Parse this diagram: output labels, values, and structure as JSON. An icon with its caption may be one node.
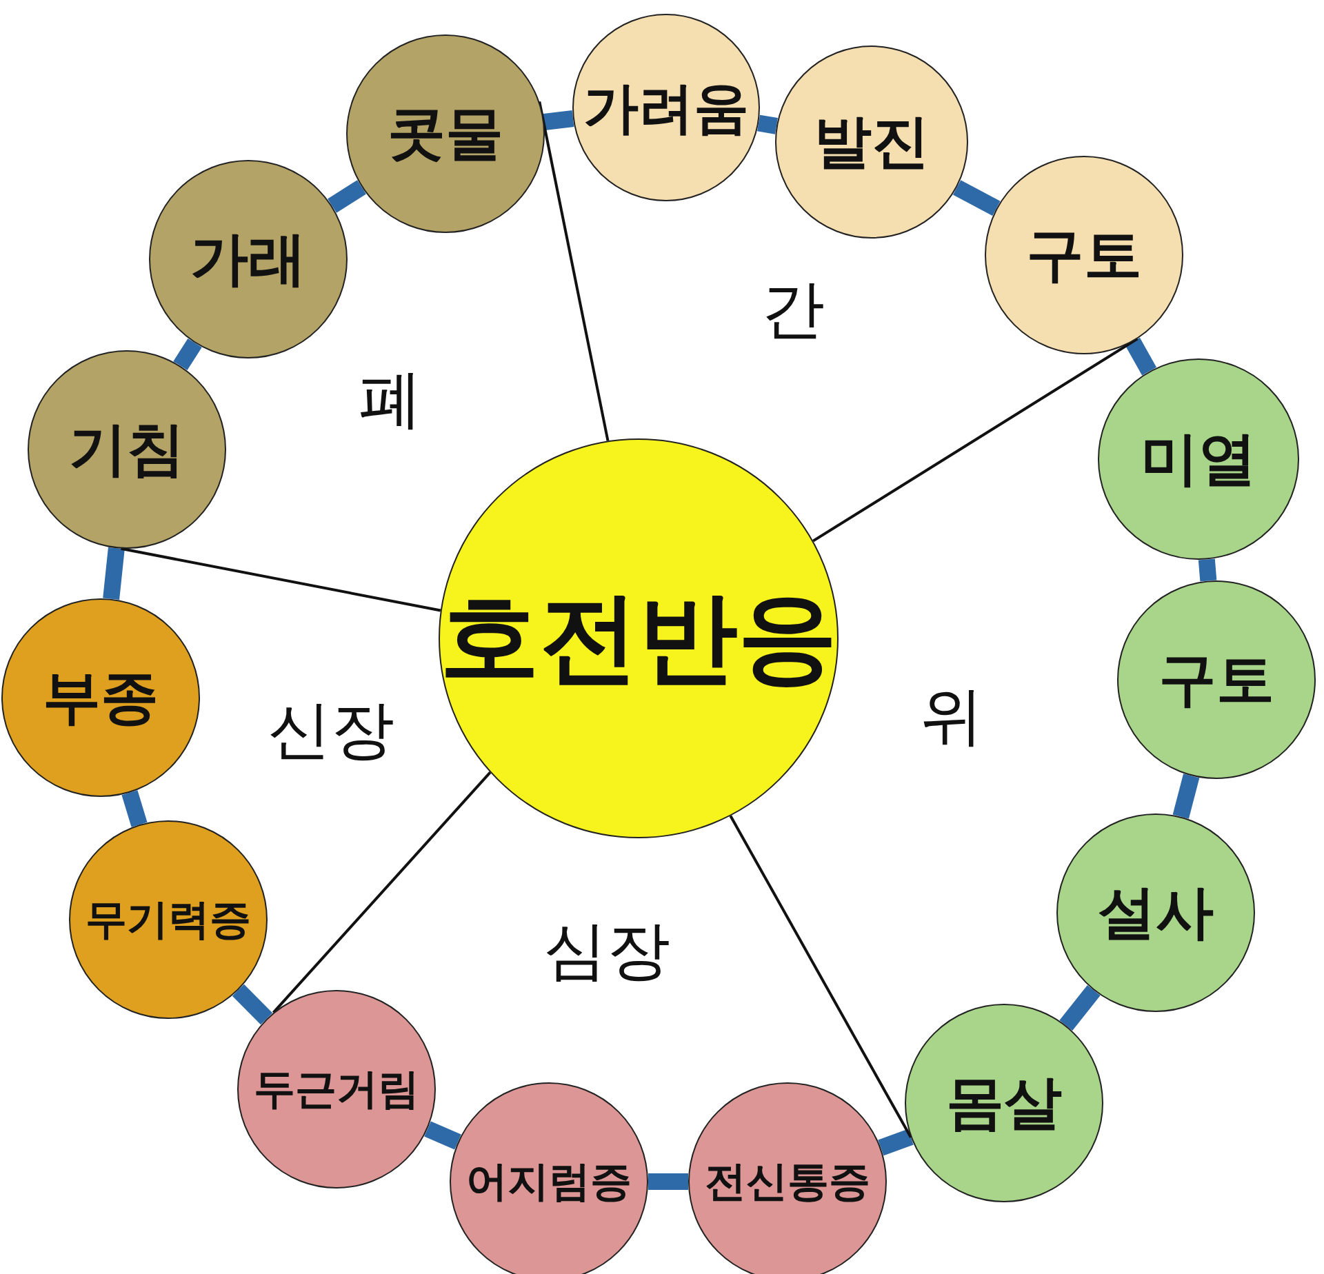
{
  "diagram": {
    "nodes": [
      {
        "text": [
          "호전반응"
        ]
      },
      {
        "text": [
          "콧물"
        ]
      },
      {
        "text": [
          "가려움"
        ]
      },
      {
        "text": [
          "발진"
        ]
      },
      {
        "text": [
          "구토"
        ]
      },
      {
        "text": [
          "미열"
        ]
      },
      {
        "text": [
          "구토"
        ]
      },
      {
        "text": [
          "설사"
        ]
      },
      {
        "text": [
          "몸살"
        ]
      },
      {
        "text": [
          "전신통증"
        ]
      },
      {
        "text": [
          "어지럼증"
        ]
      },
      {
        "text": [
          "두근거림"
        ]
      },
      {
        "text": [
          "무기력증"
        ]
      },
      {
        "text": [
          "부종"
        ]
      },
      {
        "text": [
          "기침"
        ]
      },
      {
        "text": [
          "가래"
        ]
      }
    ],
    "edges": [
      {
        "from": 1,
        "to": 2,
        "arrow": "none"
      },
      {
        "from": 2,
        "to": 3,
        "arrow": "none"
      },
      {
        "from": 3,
        "to": 4,
        "arrow": "none"
      },
      {
        "from": 4,
        "to": 5,
        "arrow": "none"
      },
      {
        "from": 5,
        "to": 6,
        "arrow": "none"
      },
      {
        "from": 6,
        "to": 7,
        "arrow": "none"
      },
      {
        "from": 7,
        "to": 8,
        "arrow": "none"
      },
      {
        "from": 8,
        "to": 9,
        "arrow": "none"
      },
      {
        "from": 9,
        "to": 10,
        "arrow": "none"
      },
      {
        "from": 10,
        "to": 11,
        "arrow": "none"
      },
      {
        "from": 11,
        "to": 12,
        "arrow": "none"
      },
      {
        "from": 12,
        "to": 13,
        "arrow": "none"
      },
      {
        "from": 13,
        "to": 14,
        "arrow": "none"
      },
      {
        "from": 14,
        "to": 15,
        "arrow": "none"
      },
      {
        "from": 15,
        "to": 1,
        "arrow": "none"
      },
      {
        "from": 0,
        "to": 1,
        "arrow": "none",
        "color": "#111111"
      },
      {
        "from": 0,
        "to": 4,
        "arrow": "none",
        "color": "#111111"
      },
      {
        "from": 0,
        "to": 8,
        "arrow": "none",
        "color": "#111111"
      },
      {
        "from": 0,
        "to": 11,
        "arrow": "none",
        "color": "#111111"
      },
      {
        "from": 0,
        "to": 14,
        "arrow": "none",
        "color": "#111111"
      }
    ],
    "labels": [
      "폐",
      "간",
      "신장",
      "위",
      "심장"
    ]
  }
}
